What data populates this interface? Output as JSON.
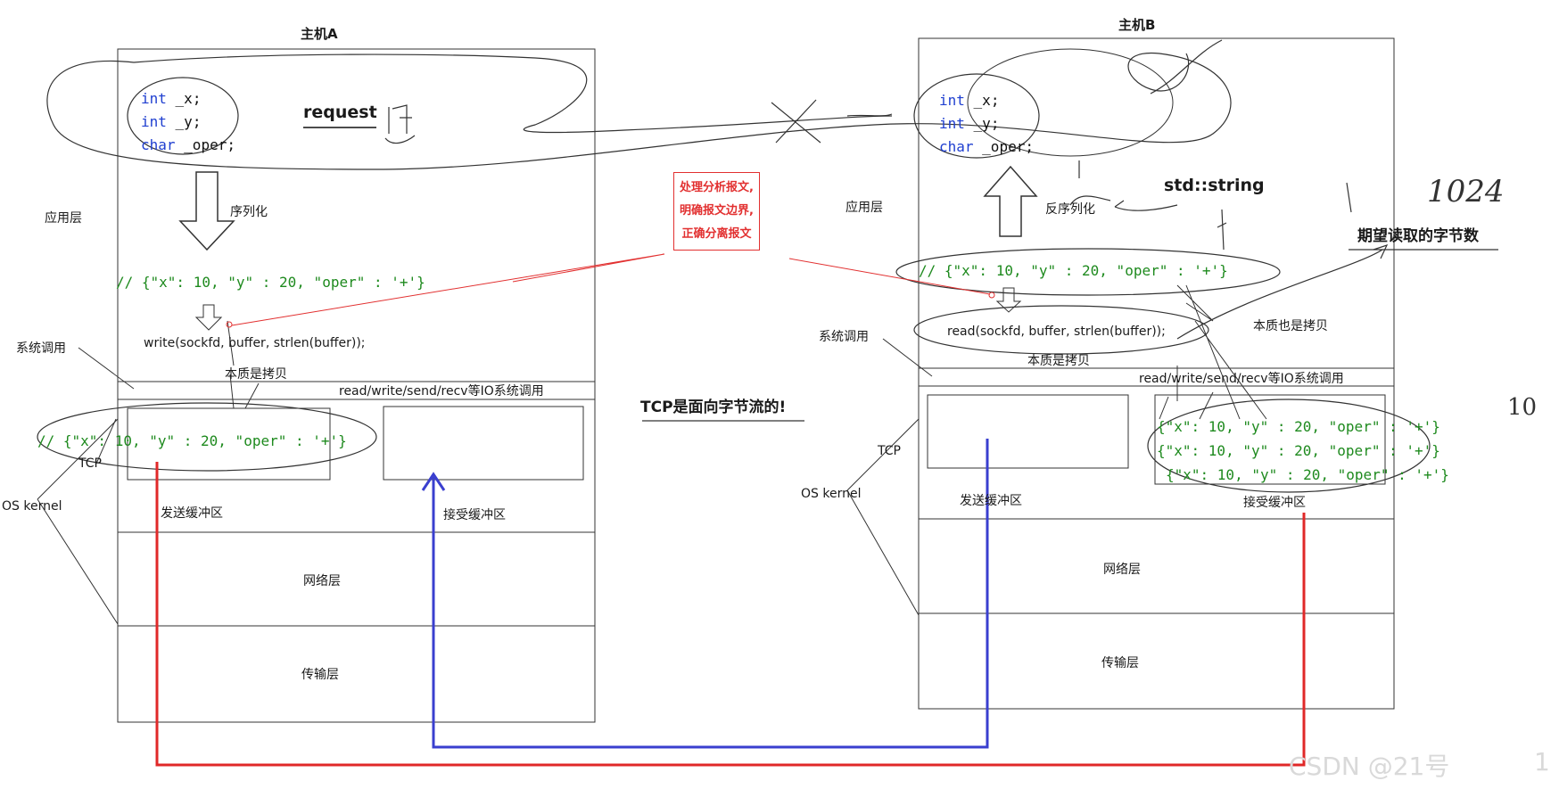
{
  "hostA": {
    "title": "主机A",
    "code": [
      {
        "type": "int",
        "name": "_x;"
      },
      {
        "type": "int",
        "name": "_y;"
      },
      {
        "type": "char",
        "name": "_oper;"
      }
    ],
    "request_label": "request",
    "serialize_label": "序列化",
    "app_layer": "应用层",
    "json_line": "// {\"x\": 10, \"y\" : 20, \"oper\" : '+'}",
    "syscall_label": "系统调用",
    "write_call": "write(sockfd, buffer, strlen(buffer));",
    "copy_label": "本质是拷贝",
    "io_bar": "read/write/send/recv等IO系统调用",
    "buffer_json": "// {\"x\": 10, \"y\" : 20, \"oper\" : '+'}",
    "tcp_label": "TCP",
    "os_kernel": "OS kernel",
    "send_buffer": "发送缓冲区",
    "recv_buffer": "接受缓冲区",
    "network_layer": "网络层",
    "transport_layer": "传输层"
  },
  "hostB": {
    "title": "主机B",
    "code": [
      {
        "type": "int",
        "name": "_x;"
      },
      {
        "type": "int",
        "name": "_y;"
      },
      {
        "type": "char",
        "name": "_oper;"
      }
    ],
    "deserialize_label": "反序列化",
    "std_string": "std::string",
    "app_layer": "应用层",
    "json_line": "// {\"x\": 10, \"y\" : 20, \"oper\" : '+'}",
    "syscall_label": "系统调用",
    "read_call": "read(sockfd, buffer, strlen(buffer));",
    "copy_label": "本质是拷贝",
    "copy_too_label": "本质也是拷贝",
    "expect_label": "期望读取的字节数",
    "handwriting_1024": "1024",
    "handwriting_10": "10",
    "io_bar": "read/write/send/recv等IO系统调用",
    "tcp_label": "TCP",
    "os_kernel": "OS kernel",
    "send_buffer": "发送缓冲区",
    "recv_buffer": "接受缓冲区",
    "recv_lines": [
      "{\"x\": 10, \"y\" : 20, \"oper\" : '+'}",
      "{\"x\": 10, \"y\" : 20, \"oper\" : '+'}",
      "{\"x\": 10, \"y\" : 20, \"oper\" : '+'}"
    ],
    "network_layer": "网络层",
    "transport_layer": "传输层"
  },
  "center": {
    "note_lines": [
      "处理分析报文,",
      "明确报文边界,",
      "正确分离报文"
    ],
    "tcp_stream": "TCP是面向字节流的!"
  },
  "watermark": "CSDN @21号",
  "page_number": "1",
  "colors": {
    "blue_line": "#3a3fcf",
    "red_line": "#e02828",
    "json_green": "#1e8a1e",
    "keyword_blue": "#1f3fd0"
  }
}
